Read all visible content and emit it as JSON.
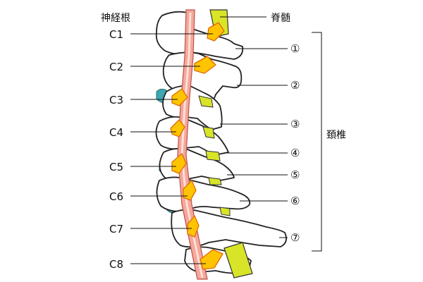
{
  "labels": {
    "nerve_root": "神経根",
    "spinal_cord": "脊髄",
    "cervical_spine": "頚椎"
  },
  "nerve_roots": [
    "C1",
    "C2",
    "C3",
    "C4",
    "C5",
    "C6",
    "C7",
    "C8"
  ],
  "vertebrae_numbers": [
    "①",
    "②",
    "③",
    "④",
    "⑤",
    "⑥",
    "⑦"
  ],
  "colors": {
    "spinal_cord": "#f4a89a",
    "nerve_root": "#ffc400",
    "disc": "#d8e428",
    "ligament": "#3fa7b2"
  }
}
